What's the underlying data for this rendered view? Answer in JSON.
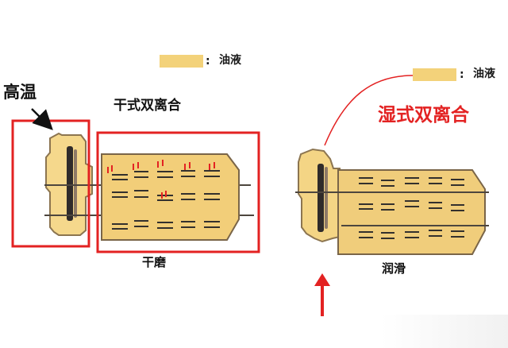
{
  "legend_top_left": {
    "separator": ":",
    "label": "油液"
  },
  "legend_top_right": {
    "separator": ":",
    "label": "油液"
  },
  "left_section": {
    "hot_label": "高温",
    "title": "干式双离合",
    "bottom_label": "干磨"
  },
  "right_section": {
    "title": "湿式双离合",
    "bottom_label": "润滑"
  },
  "colors": {
    "oil": "#f3d27a",
    "highlight_red": "#e32222",
    "outline_dark": "#5c4a2c"
  }
}
